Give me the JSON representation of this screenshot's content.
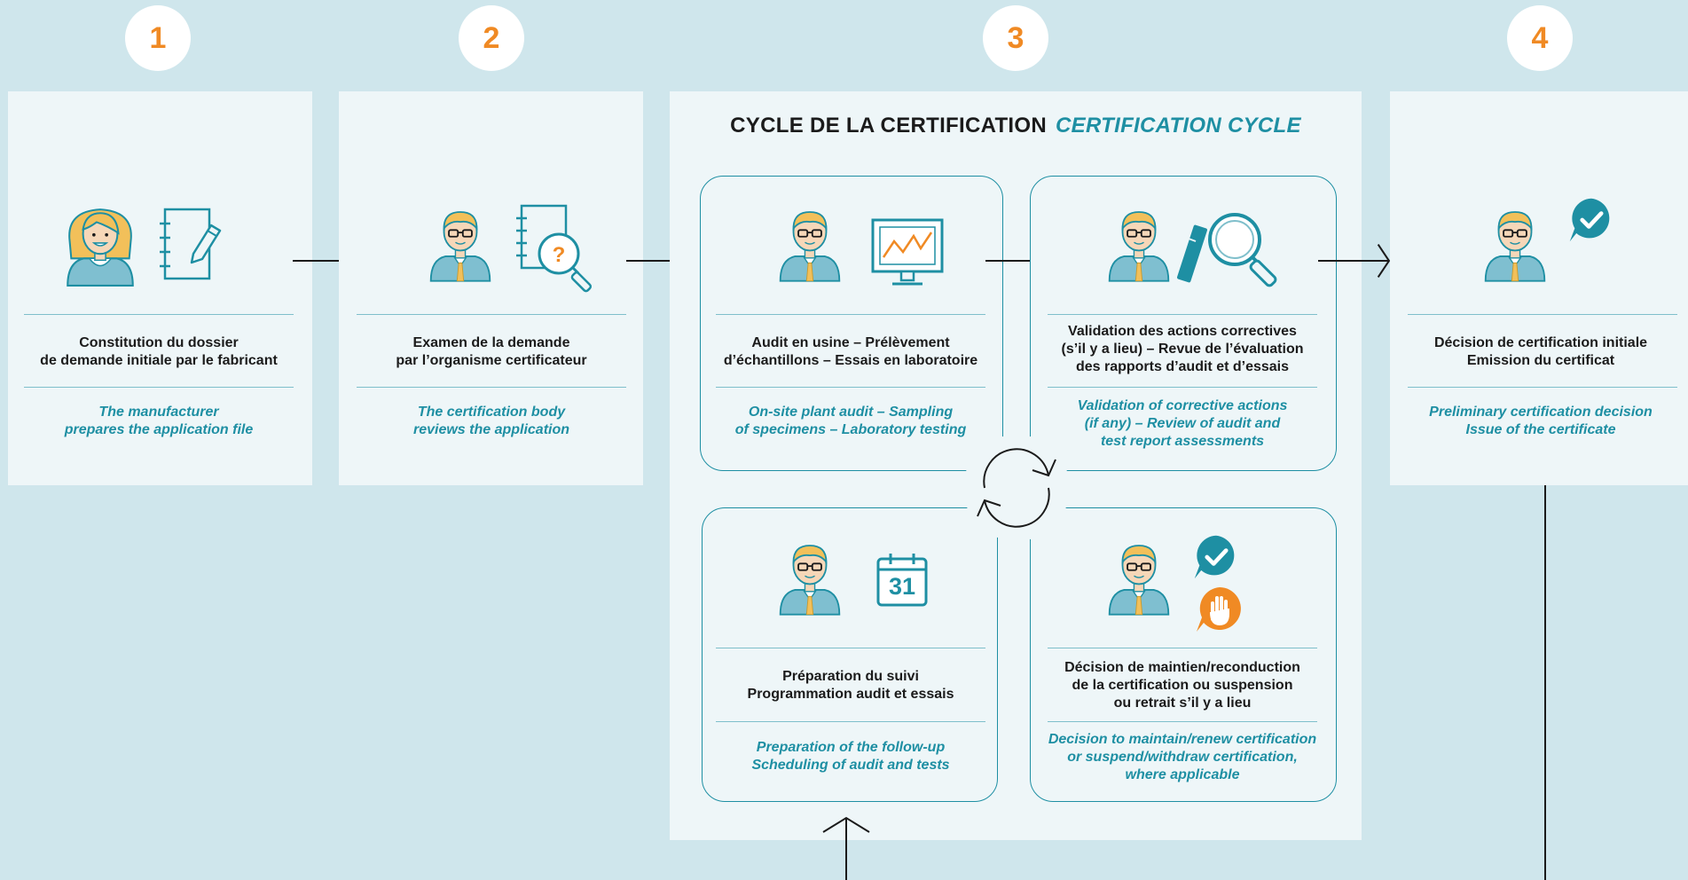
{
  "steps": [
    {
      "number": "1",
      "fr": "Constitution du dossier\nde demande initiale par le fabricant",
      "en": "The manufacturer\nprepares the application file"
    },
    {
      "number": "2",
      "fr": "Examen de la demande\npar l’organisme certificateur",
      "en": "The certification body\nreviews the application"
    },
    {
      "number": "3"
    },
    {
      "number": "4",
      "fr": "Décision de certification initiale\nEmission du certificat",
      "en": "Preliminary certification decision\nIssue of the certificate"
    }
  ],
  "cycle": {
    "title_fr": "CYCLE DE LA CERTIFICATION",
    "title_en": "CERTIFICATION CYCLE",
    "cards": [
      {
        "fr": "Audit en usine – Prélèvement\nd’échantillons – Essais en laboratoire",
        "en": "On-site plant audit – Sampling\nof specimens – Laboratory testing"
      },
      {
        "fr": "Validation des actions correctives\n(s’il y a lieu) – Revue de l’évaluation\ndes rapports d’audit et d’essais",
        "en": "Validation of corrective actions\n(if any) – Review of audit and\ntest report assessments"
      },
      {
        "fr": "Préparation du suivi\nProgrammation audit et essais",
        "en": "Preparation of the follow-up\nScheduling of audit and tests",
        "calendar_day": "31"
      },
      {
        "fr": "Décision de maintien/reconduction\nde la certification ou suspension\nou retrait s’il y a lieu",
        "en": "Decision to maintain/renew certification\nor suspend/withdraw certification,\nwhere applicable"
      }
    ]
  },
  "icons": [
    "woman-avatar-icon",
    "notebook-pen-icon",
    "man-avatar-icon",
    "document-search-icon",
    "monitor-chart-icon",
    "magnifier-icon",
    "calendar-icon",
    "check-bubble-icon",
    "stop-hand-icon",
    "cycle-arrows-icon"
  ],
  "colors": {
    "background": "#cfe6ec",
    "panel": "#eef6f8",
    "teal": "#1e8fa3",
    "orange": "#f08a24",
    "skin": "#f6d7b8",
    "hair": "#f2c05a",
    "shirt": "#7fbfd0"
  }
}
